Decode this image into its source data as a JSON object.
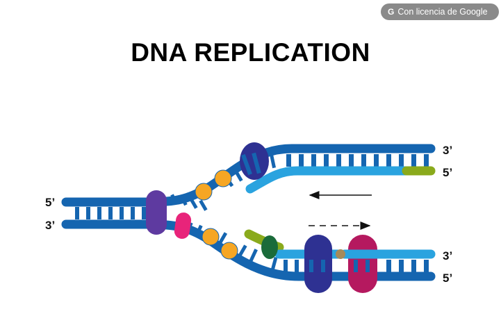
{
  "badge": {
    "icon": "google-g-icon",
    "letter": "G",
    "text": "Con licencia de Google"
  },
  "title": "DNA REPLICATION",
  "labels": {
    "left_top": "5’",
    "left_bottom": "3’",
    "upper_right_top": "3’",
    "upper_right_bottom": "5’",
    "lower_right_top": "3’",
    "lower_right_bottom": "5’"
  },
  "arrows": {
    "leading": {
      "direction": "left",
      "style": "solid"
    },
    "lagging": {
      "direction": "right",
      "style": "dashed"
    }
  },
  "colors": {
    "strand_dark": "#1565b0",
    "strand_light": "#2aa3df",
    "rung": "#1565b0",
    "helicase": "#5e3aa0",
    "topoisomerase": "#e8247a",
    "ssb_protein": "#f6a623",
    "polymerase": "#2e3192",
    "clamp": "#b5195f",
    "primer": "#8aaa1c",
    "primase": "#1a6b3a",
    "ligase": "#a48a5a"
  }
}
